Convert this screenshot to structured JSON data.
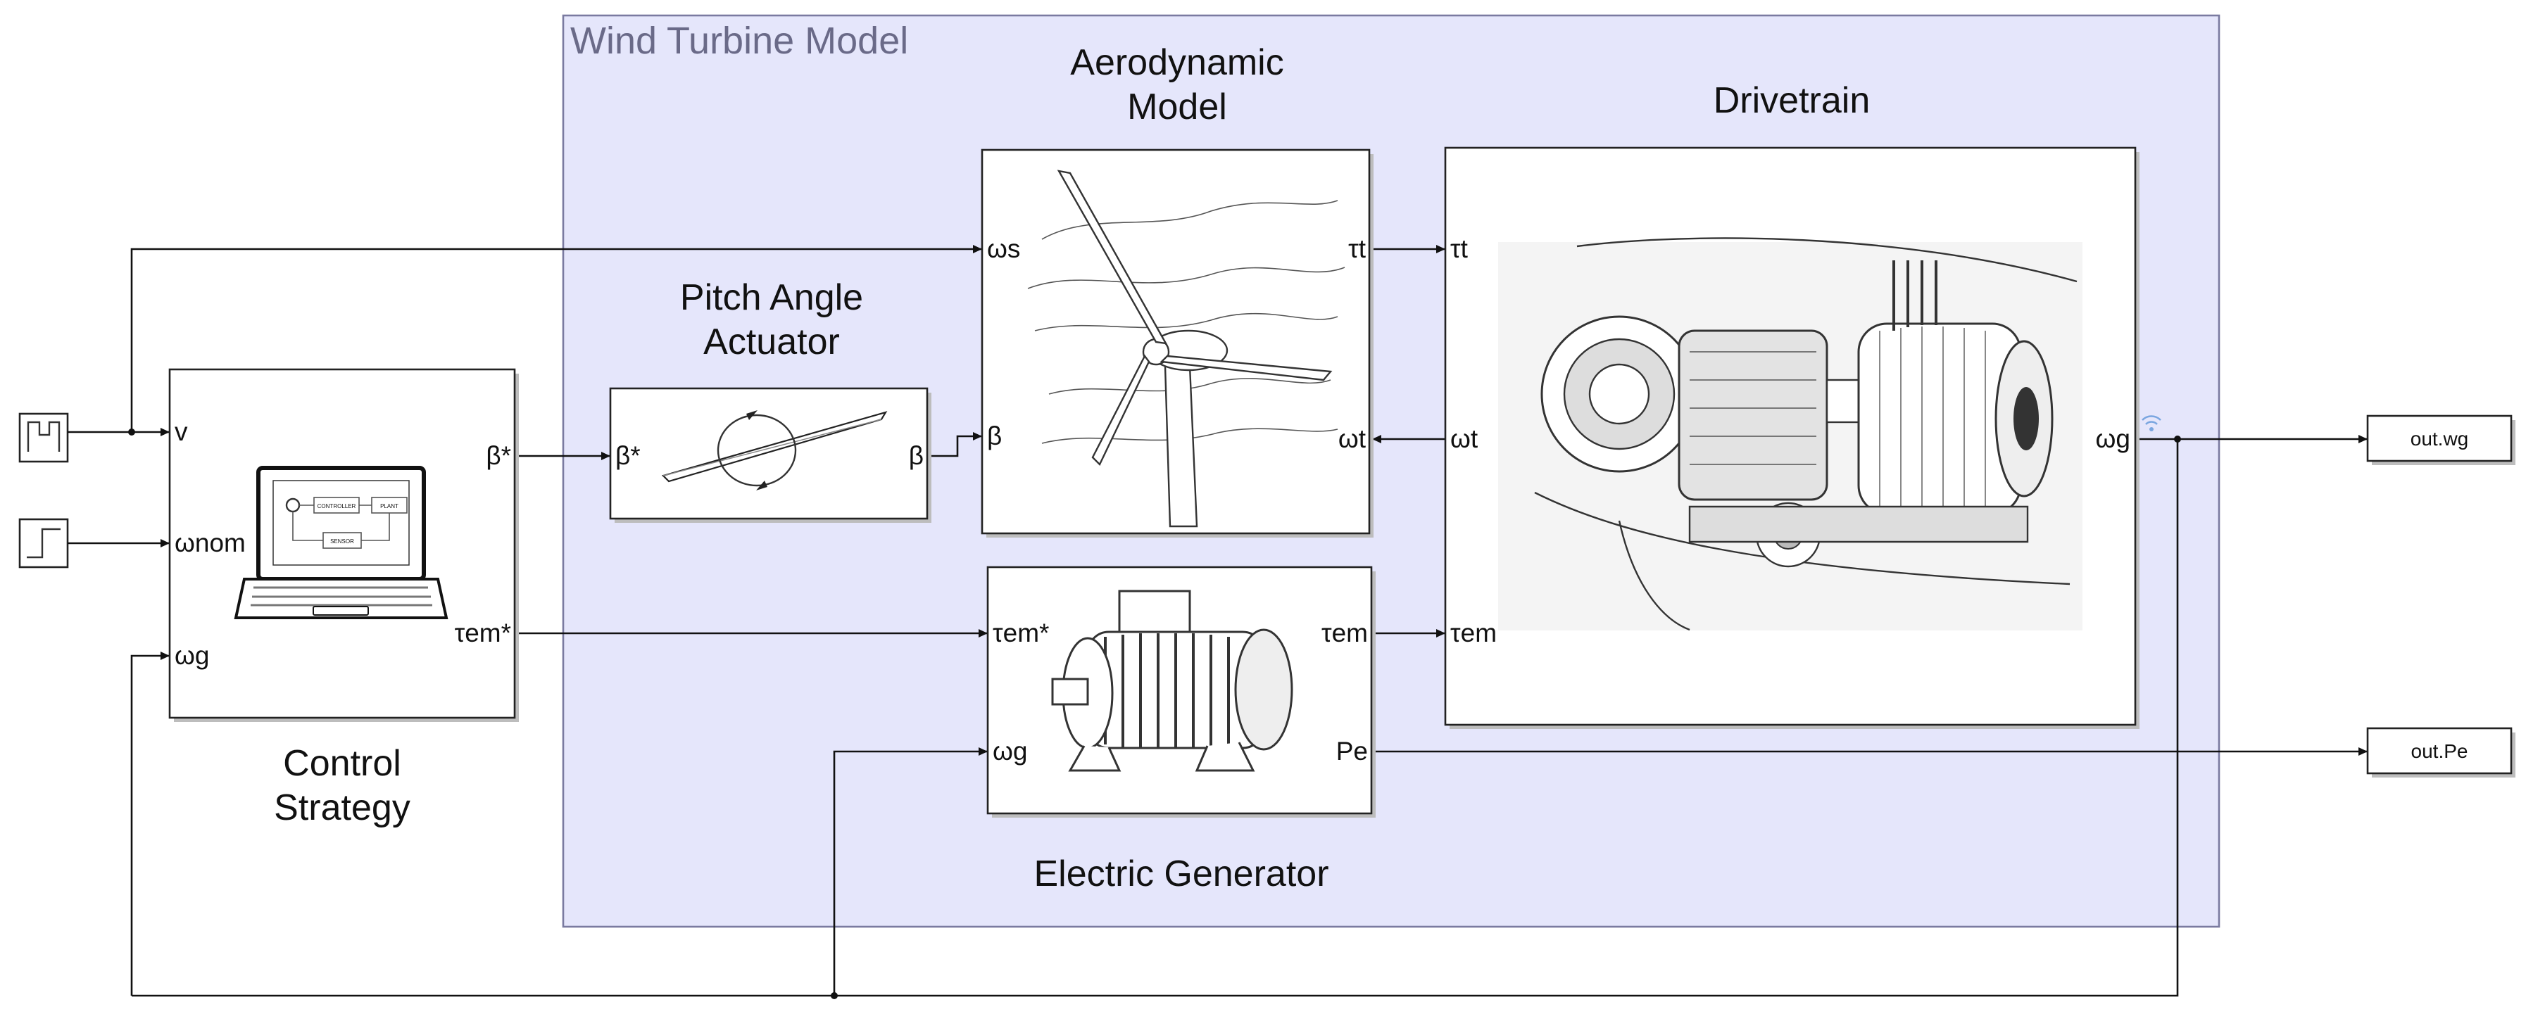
{
  "subsystem": {
    "title": "Wind Turbine Model",
    "color": "#e5e6fb",
    "border": "#7a7aa0"
  },
  "blocks": {
    "control_strategy": {
      "title_line1": "Control",
      "title_line2": "Strategy",
      "ports_in": [
        "v",
        "ωnom",
        "ωg"
      ],
      "ports_out": [
        "β*",
        "τem*"
      ]
    },
    "pitch_actuator": {
      "title_line1": "Pitch Angle",
      "title_line2": "Actuator",
      "port_in": "β*",
      "port_out": "β"
    },
    "aerodynamic": {
      "title_line1": "Aerodynamic",
      "title_line2": "Model",
      "ports_in": [
        "ωs",
        "β"
      ],
      "ports_out": [
        "τt",
        "ωt"
      ]
    },
    "drivetrain": {
      "title": "Drivetrain",
      "ports_in": [
        "τt",
        "τem"
      ],
      "ports_out": [
        "ωt",
        "ωg"
      ]
    },
    "generator": {
      "title": "Electric Generator",
      "ports_in": [
        "τem*",
        "ωg"
      ],
      "ports_out": [
        "τem",
        "Pe"
      ]
    }
  },
  "outputs": {
    "wg": "out.wg",
    "pe": "out.Pe"
  },
  "laptop_screen": {
    "box1": "CONTROLLER",
    "box2": "PLANT",
    "box3": "SENSOR"
  }
}
